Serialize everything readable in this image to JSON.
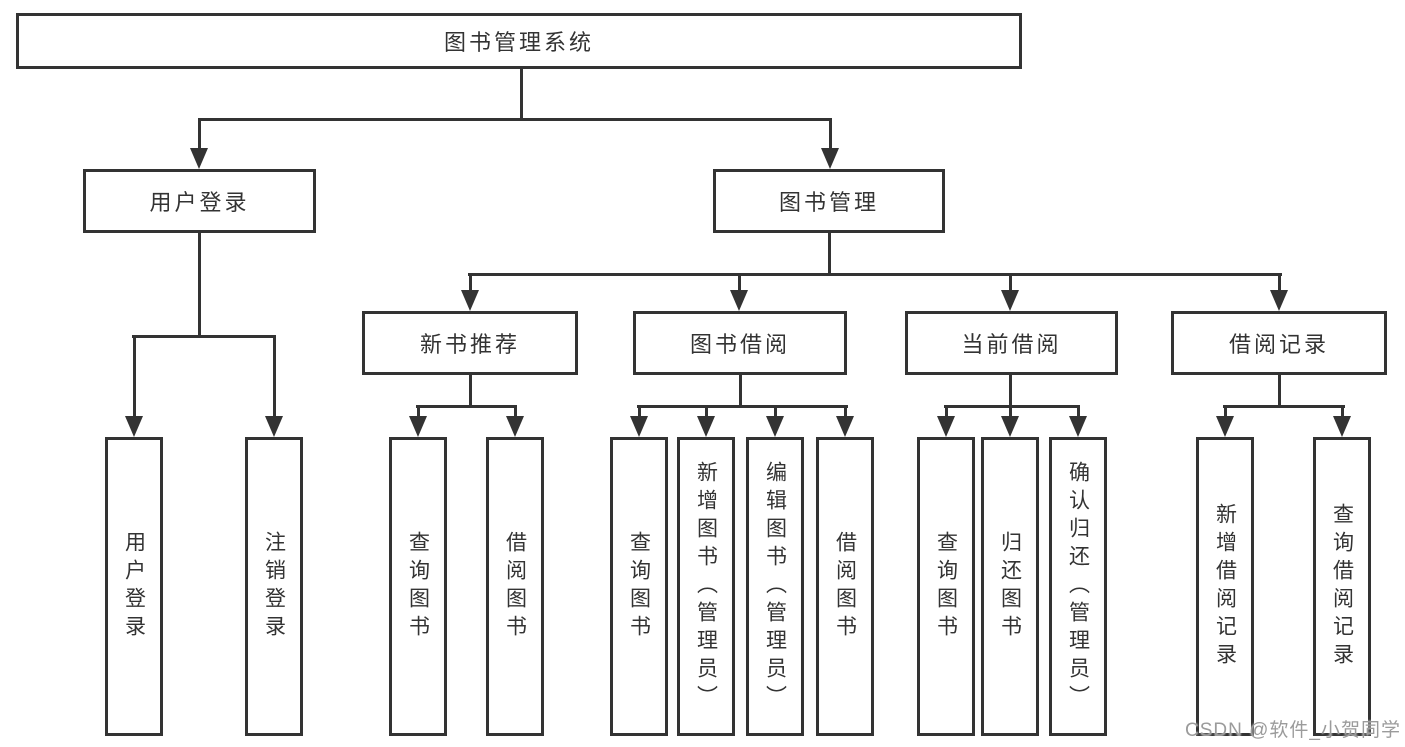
{
  "colors": {
    "line": "#333333",
    "text": "#333333",
    "background": "#ffffff",
    "watermark": "#9b9b9b"
  },
  "watermark": {
    "text": "CSDN @软件_小贺同学"
  },
  "tree": {
    "root": "图书管理系统",
    "level2": [
      {
        "label": "用户登录",
        "children": [
          {
            "label": "用户登录"
          },
          {
            "label": "注销登录"
          }
        ]
      },
      {
        "label": "图书管理",
        "children": [
          {
            "label": "新书推荐",
            "children": [
              {
                "label": "查询图书"
              },
              {
                "label": "借阅图书"
              }
            ]
          },
          {
            "label": "图书借阅",
            "children": [
              {
                "label": "查询图书"
              },
              {
                "label": "新增图书（管理员）"
              },
              {
                "label": "编辑图书（管理员）"
              },
              {
                "label": "借阅图书"
              }
            ]
          },
          {
            "label": "当前借阅",
            "children": [
              {
                "label": "查询图书"
              },
              {
                "label": "归还图书"
              },
              {
                "label": "确认归还（管理员）"
              }
            ]
          },
          {
            "label": "借阅记录",
            "children": [
              {
                "label": "新增借阅记录"
              },
              {
                "label": "查询借阅记录"
              }
            ]
          }
        ]
      }
    ]
  }
}
